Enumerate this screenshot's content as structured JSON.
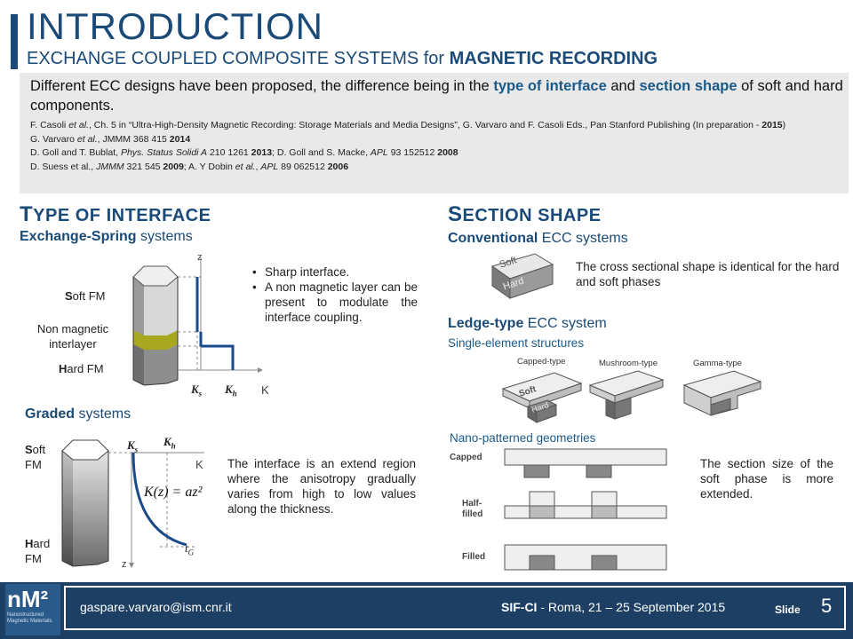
{
  "header": {
    "title": "INTRODUCTION",
    "subtitle_prefix": "EXCHANGE COUPLED COMPOSITE SYSTEMS for ",
    "subtitle_bold": "MAGNETIC RECORDING"
  },
  "intro": {
    "text_1": "Different ECC designs have been proposed, the difference being in the ",
    "hl_1": "type of interface",
    "text_2": " and ",
    "hl_2": "section shape",
    "text_3": " of soft and hard components."
  },
  "references": {
    "ref1_a": "F. Casoli ",
    "ref1_b": "et al.",
    "ref1_c": ", Ch. 5 in “Ultra-High-Density Magnetic Recording: Storage Materials and Media Designs”, G. Varvaro and F. Casoli Eds., Pan Stanford Publishing (In preparation - ",
    "ref1_d": "2015",
    "ref1_e": ")",
    "ref2_a": "G. Varvaro ",
    "ref2_b": "et al.",
    "ref2_c": ", JMMM 368 415 ",
    "ref2_d": "2014",
    "ref3_a": "D. Goll and T. Bublat, ",
    "ref3_b": "Phys. Status Solidi A",
    "ref3_c": " 210 1261 ",
    "ref3_d": "2013",
    "ref3_e": "; D. Goll and S. Macke, ",
    "ref3_f": "APL",
    "ref3_g": " 93 152512  ",
    "ref3_h": "2008",
    "ref4_a": "D. Suess  et  al., ",
    "ref4_b": "JMMM",
    "ref4_c": " 321 545 ",
    "ref4_d": "2009",
    "ref4_e": "; A. Y Dobin ",
    "ref4_f": "et al.",
    "ref4_g": ", ",
    "ref4_h": "APL",
    "ref4_i": " 89 062512 ",
    "ref4_j": "2006"
  },
  "left_section": {
    "heading_big": "T",
    "heading_rest": "YPE OF INTERFACE",
    "exchange_spring_bold": "Exchange-Spring",
    "exchange_spring_rest": " systems",
    "soft_fm_s": "S",
    "soft_fm_rest": "oft FM",
    "non_magnetic": "Non magnetic",
    "interlayer": "interlayer",
    "hard_fm_h": "H",
    "hard_fm_rest": "ard FM",
    "axis_z": "z",
    "axis_k": "K",
    "ks_main": "K",
    "ks_sub": "s",
    "kh_main": "K",
    "kh_sub": "h",
    "bullets": [
      "Sharp interface.",
      "A non magnetic layer can be present to modulate the interface coupling."
    ],
    "graded_bold": "Graded",
    "graded_rest": " systems",
    "g_soft_s": "S",
    "g_soft_rest": "oft",
    "g_soft_fm": "FM",
    "g_hard_h": "H",
    "g_hard_rest": "ard",
    "g_hard_fm": "FM",
    "formula": "K(z) = az²",
    "tg_main": "t",
    "tg_sub": "G",
    "graded_desc": "The interface is an extend region where the anisotropy gradually varies from high to low values along the thickness."
  },
  "right_section": {
    "heading_big": "S",
    "heading_rest": "ECTION SHAPE",
    "conventional_bold": "Conventional",
    "conventional_rest": " ECC systems",
    "block_soft": "Soft",
    "block_hard": "Hard",
    "conventional_desc": "The cross sectional shape is identical for the hard and soft phases",
    "ledge_bold": "Ledge-type",
    "ledge_rest": " ECC system",
    "single_element": "Single-element structures",
    "capped_type": "Capped-type",
    "mushroom_type": "Mushroom-type",
    "gamma_type": "Gamma-type",
    "nano_patterned": "Nano-patterned geometries",
    "capped": "Capped",
    "half_filled_1": "Half-",
    "half_filled_2": "filled",
    "filled": "Filled",
    "ledge_desc": "The section size of the soft phase is more extended."
  },
  "footer": {
    "logo_main": "nM²",
    "logo_sub": "Nanostructured Magnetic Materials",
    "email": "gaspare.varvaro@ism.cnr.it",
    "conf_bold": "SIF-CI",
    "conf_rest": " - Roma, 21 – 25 September 2015",
    "slide_label": "Slide",
    "slide_number": "5"
  },
  "colors": {
    "brand_blue": "#1a4a78",
    "footer_blue": "#1c3f63",
    "highlight_blue": "#1a5a8a",
    "interlayer_olive": "#a8a820",
    "curve_blue": "#1a4a8a"
  }
}
